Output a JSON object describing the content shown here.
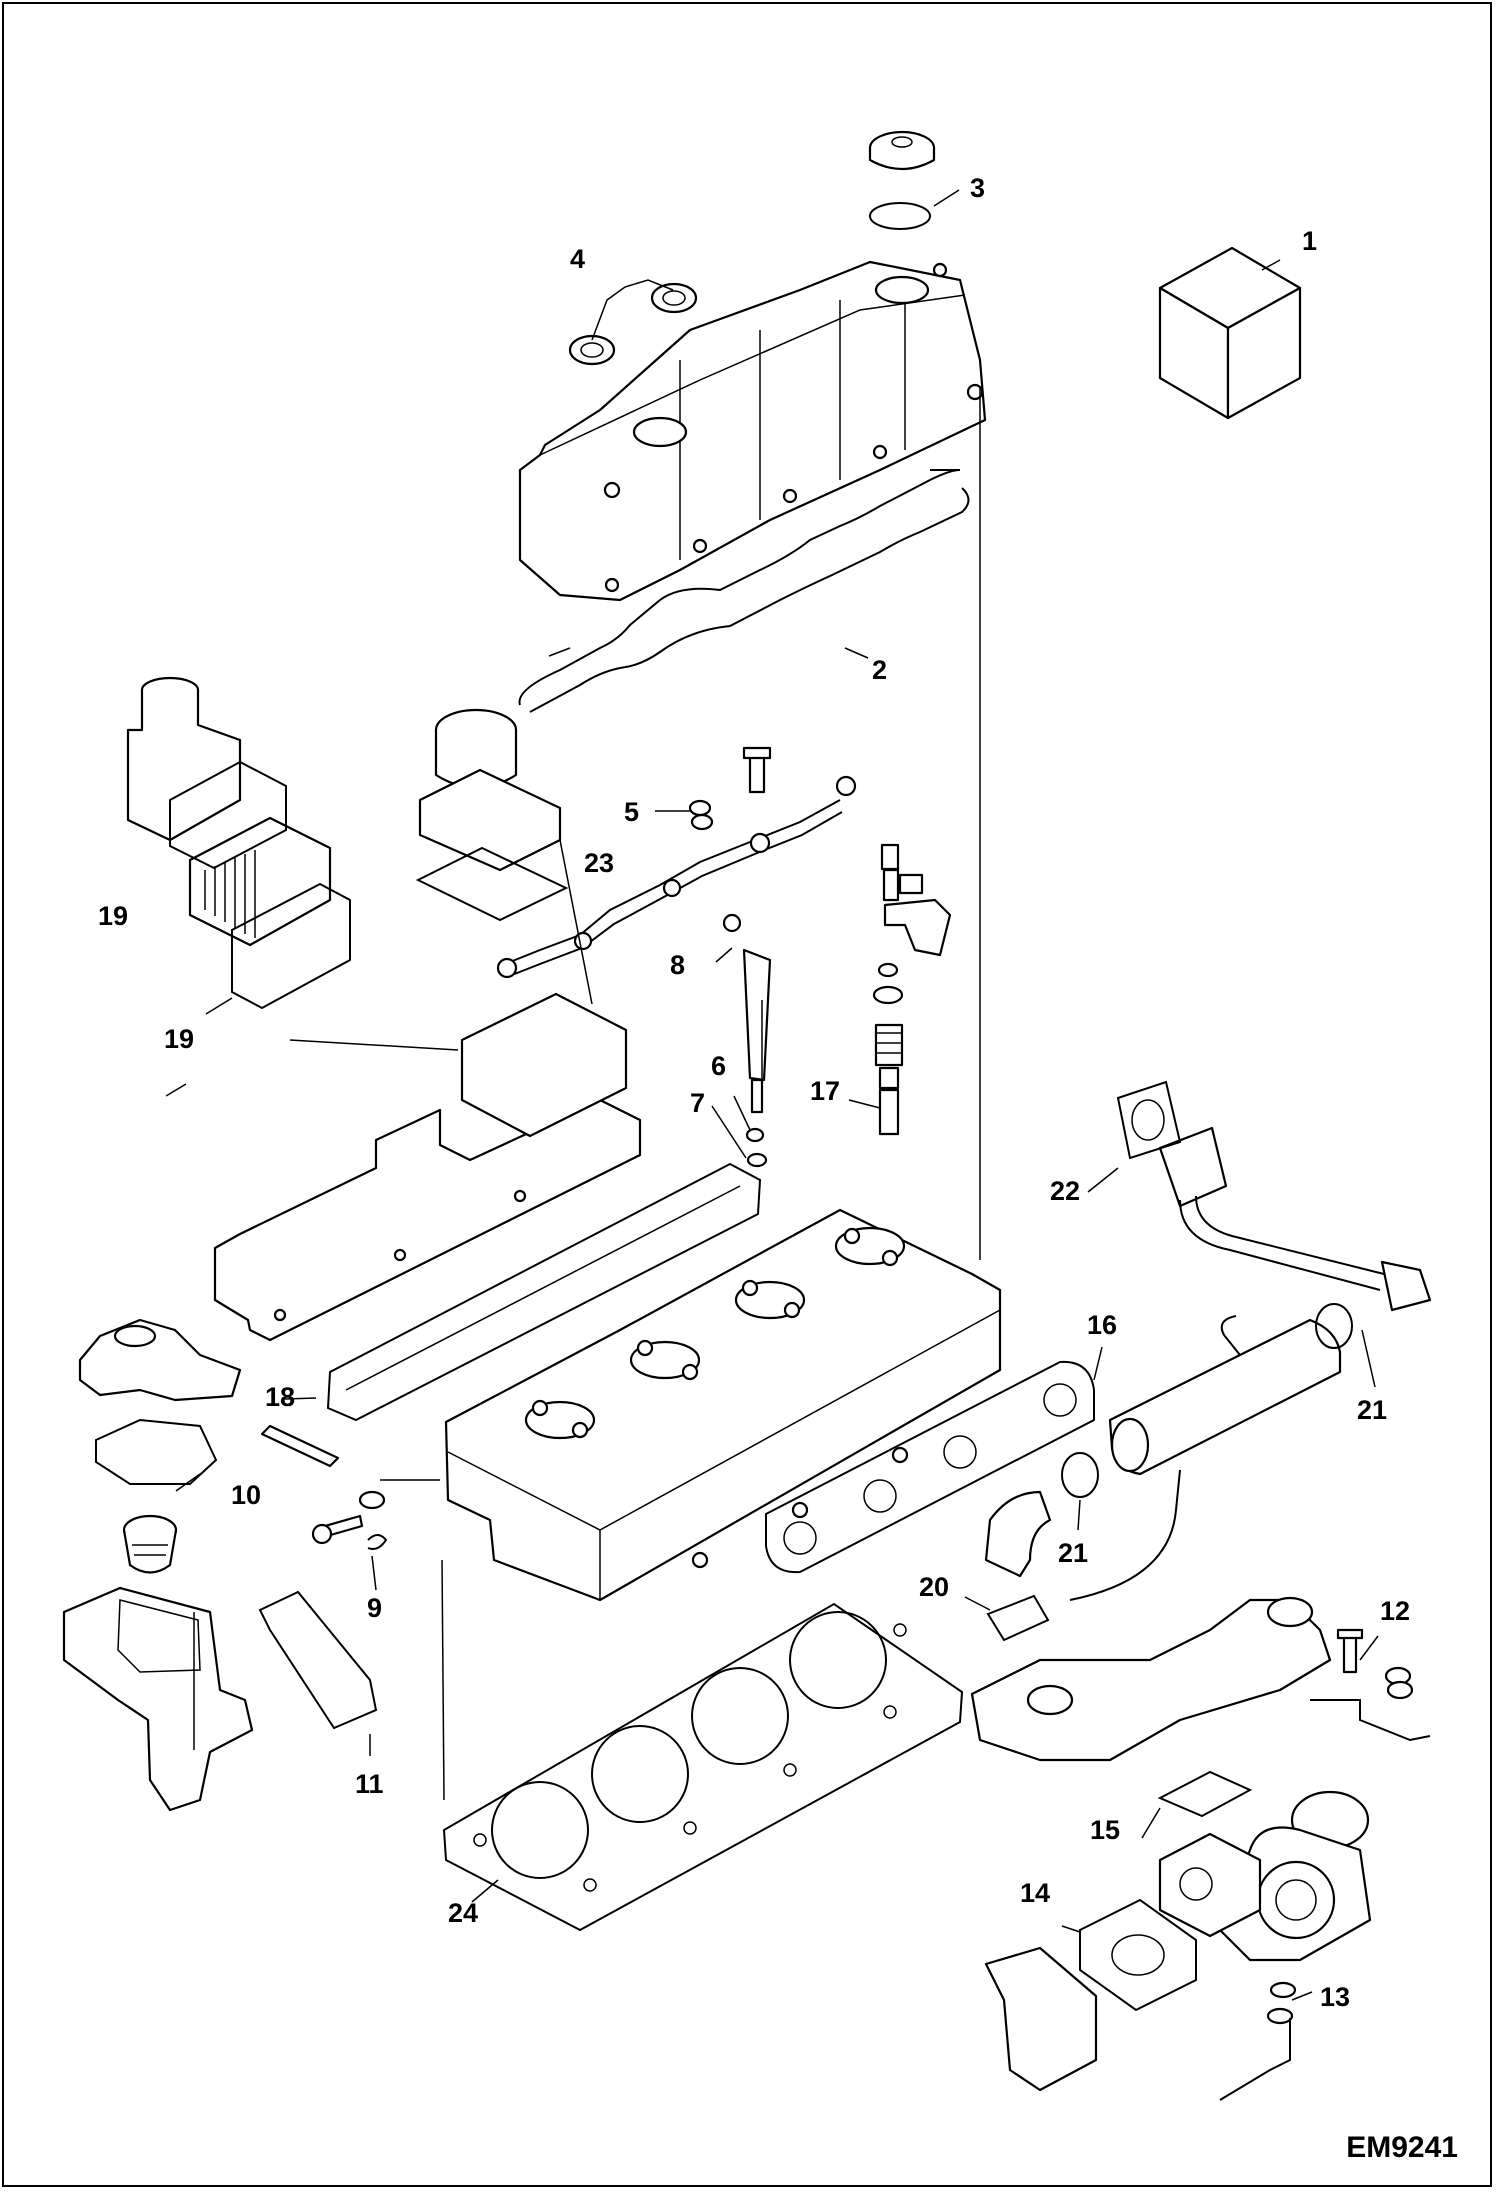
{
  "diagram": {
    "drawing_id": "EM9241",
    "callouts": [
      "1",
      "2",
      "3",
      "4",
      "5",
      "6",
      "7",
      "8",
      "9",
      "10",
      "11",
      "12",
      "13",
      "14",
      "15",
      "16",
      "17",
      "18",
      "19",
      "19",
      "20",
      "21",
      "21",
      "22",
      "23",
      "24"
    ]
  },
  "colors": {
    "line": "#000000",
    "background": "#ffffff"
  }
}
